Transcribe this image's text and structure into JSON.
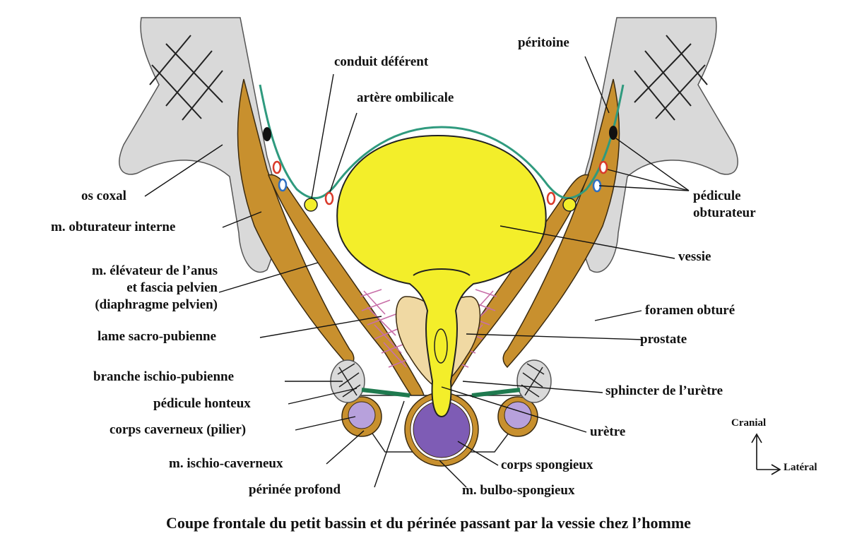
{
  "labels": {
    "os_coxal": "os coxal",
    "obturateur_interne": "m. obturateur interne",
    "elevateur_line1": "m. élévateur de l’anus",
    "elevateur_line2": "et fascia pelvien",
    "elevateur_line3": "(diaphragme pelvien)",
    "lame_sacro_pubienne": "lame sacro-pubienne",
    "branche_ischio_pubienne": "branche ischio-pubienne",
    "pedicule_honteux": "pédicule honteux",
    "corps_caverneux": "corps caverneux (pilier)",
    "ischio_caverneux": "m. ischio-caverneux",
    "perinee_profond": "périnée profond",
    "bulbo_spongieux": "m. bulbo-spongieux",
    "corps_spongieux": "corps spongieux",
    "uretre": "urètre",
    "sphincter": "sphincter de l’urètre",
    "prostate": "prostate",
    "foramen_obture": "foramen obturé",
    "vessie": "vessie",
    "pedicule_obturateur_line1": "pédicule",
    "pedicule_obturateur_line2": "obturateur",
    "peritoine": "péritoine",
    "conduit_deferent": "conduit déférent",
    "artere_ombilicale": "artère ombilicale"
  },
  "orientation": {
    "up": "Cranial",
    "right": "Latéral"
  },
  "caption": "Coupe frontale du petit bassin et du périnée passant par la vessie chez l’homme",
  "colors": {
    "bone": "#d9d9d9",
    "muscle": "#c8902e",
    "bladder": "#f3ee2a",
    "prostate": "#f0d9a3",
    "spongiosum": "#7e5cb5",
    "cavernosum": "#b7a1dc",
    "peritoneum": "#2f9a7e",
    "vessel_red": "#d93a2a",
    "vessel_blue": "#2f6fc0",
    "ligament_hatch": "#c86fa8",
    "sphincter": "#1f7a4f"
  }
}
